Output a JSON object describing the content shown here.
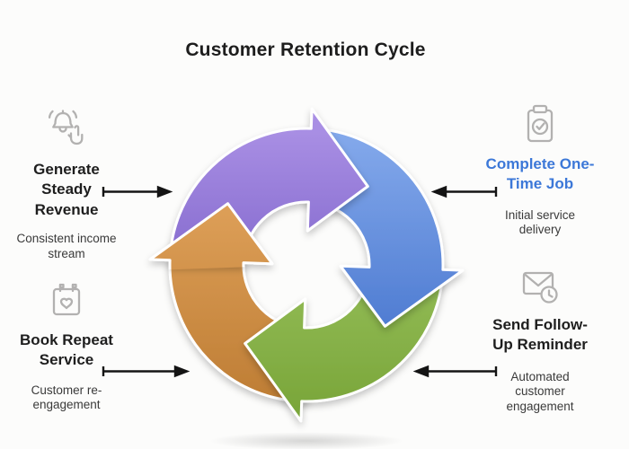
{
  "title": "Customer Retention Cycle",
  "cycle": {
    "direction": "clockwise",
    "segments": [
      {
        "name": "top-right-arrow",
        "color": "#5b86d8"
      },
      {
        "name": "bottom-right-arrow",
        "color": "#8cbb4e"
      },
      {
        "name": "bottom-left-arrow",
        "color": "#cd8c43"
      },
      {
        "name": "top-left-arrow",
        "color": "#8a72d6"
      }
    ]
  },
  "colors": {
    "accent_blue_text": "#3c78d8",
    "connector_arrow": "#141414",
    "icon_gray": "#b2b1b0",
    "background": "#fcfcfb"
  },
  "sections": [
    {
      "id": "complete-one-time-job",
      "position": "top-right",
      "icon": "clipboard-check-icon",
      "title": "Complete One-\nTime Job",
      "title_color": "#3c78d8",
      "subtitle": "Initial service\ndelivery"
    },
    {
      "id": "send-follow-up-reminder",
      "position": "bottom-right",
      "icon": "envelope-clock-icon",
      "title": "Send Follow-\nUp Reminder",
      "title_color": "#1e1e1e",
      "subtitle": "Automated\ncustomer\nengagement"
    },
    {
      "id": "book-repeat-service",
      "position": "bottom-left",
      "icon": "calendar-heart-icon",
      "title": "Book Repeat\nService",
      "title_color": "#1e1e1e",
      "subtitle": "Customer re-\nengagement"
    },
    {
      "id": "generate-steady-revenue",
      "position": "top-left",
      "icon": "bell-click-icon",
      "title": "Generate\nSteady\nRevenue",
      "title_color": "#1e1e1e",
      "subtitle": "Consistent income\nstream"
    }
  ]
}
